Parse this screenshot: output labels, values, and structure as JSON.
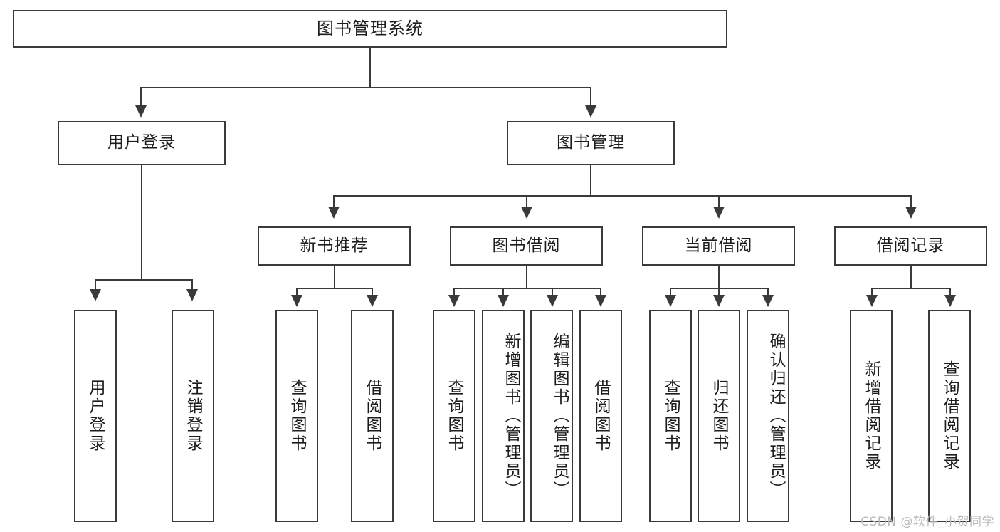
{
  "diagram": {
    "title": "图书管理系统",
    "type": "tree",
    "watermark": "CSDN @软件_小贺同学",
    "colors": {
      "stroke": "#3a3a3a",
      "fill": "#ffffff",
      "text": "#1d1d1d",
      "watermark": "#b9b9b9"
    },
    "root": {
      "label": "图书管理系统"
    },
    "level2": [
      {
        "label": "用户登录"
      },
      {
        "label": "图书管理"
      }
    ],
    "level3": [
      {
        "label": "新书推荐"
      },
      {
        "label": "图书借阅"
      },
      {
        "label": "当前借阅"
      },
      {
        "label": "借阅记录"
      }
    ],
    "leaves": {
      "user_login": [
        {
          "label": "用户登录"
        },
        {
          "label": "注销登录"
        }
      ],
      "new_book": [
        {
          "label": "查询图书"
        },
        {
          "label": "借阅图书"
        }
      ],
      "book_borrow": [
        {
          "label": "查询图书"
        },
        {
          "label": "新增图书（管理员）"
        },
        {
          "label": "编辑图书（管理员）"
        },
        {
          "label": "借阅图书"
        }
      ],
      "current_borrow": [
        {
          "label": "查询图书"
        },
        {
          "label": "归还图书"
        },
        {
          "label": "确认归还（管理员）"
        }
      ],
      "borrow_record": [
        {
          "label": "新增借阅记录"
        },
        {
          "label": "查询借阅记录"
        }
      ]
    }
  }
}
